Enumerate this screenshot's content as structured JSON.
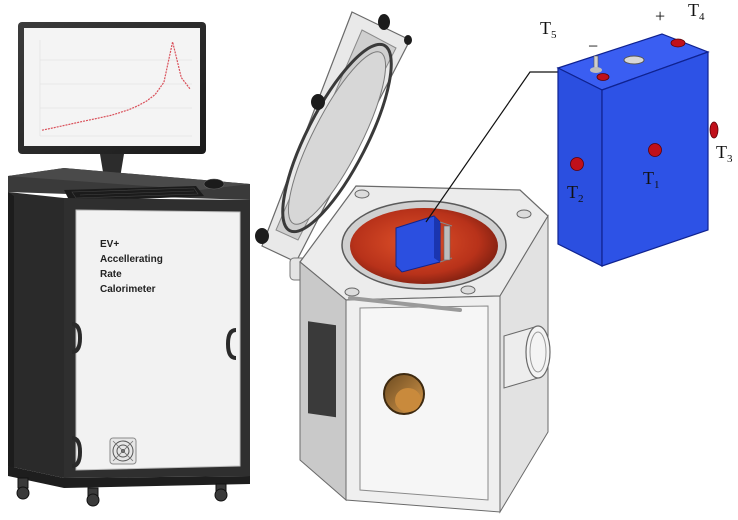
{
  "cabinet": {
    "lines": [
      "EV+",
      "Accellerating",
      "Rate",
      "Calorimeter"
    ]
  },
  "battery": {
    "terminal_negative": "−",
    "terminal_positive": "+",
    "sensors": {
      "t1": {
        "main": "T",
        "sub": "1"
      },
      "t2": {
        "main": "T",
        "sub": "2"
      },
      "t3": {
        "main": "T",
        "sub": "3"
      },
      "t4": {
        "main": "T",
        "sub": "4"
      },
      "t5": {
        "main": "T",
        "sub": "5"
      }
    }
  },
  "monitor": {
    "curve": [
      0.04,
      0.06,
      0.08,
      0.1,
      0.12,
      0.14,
      0.16,
      0.18,
      0.2,
      0.23,
      0.26,
      0.3,
      0.35,
      0.42,
      0.55,
      0.98,
      0.6,
      0.48
    ]
  },
  "colors": {
    "battery_blue": "#2b4fe0",
    "sensor_red": "#c0101a",
    "chamber_red": "#b8321a",
    "cabinet_dark": "#2a2a2a",
    "curve_red": "#d9505a"
  },
  "icons": [
    "monitor-icon",
    "keyboard-icon",
    "mouse-icon",
    "fan-grille-icon",
    "knob-icon",
    "caster-wheel-icon"
  ]
}
